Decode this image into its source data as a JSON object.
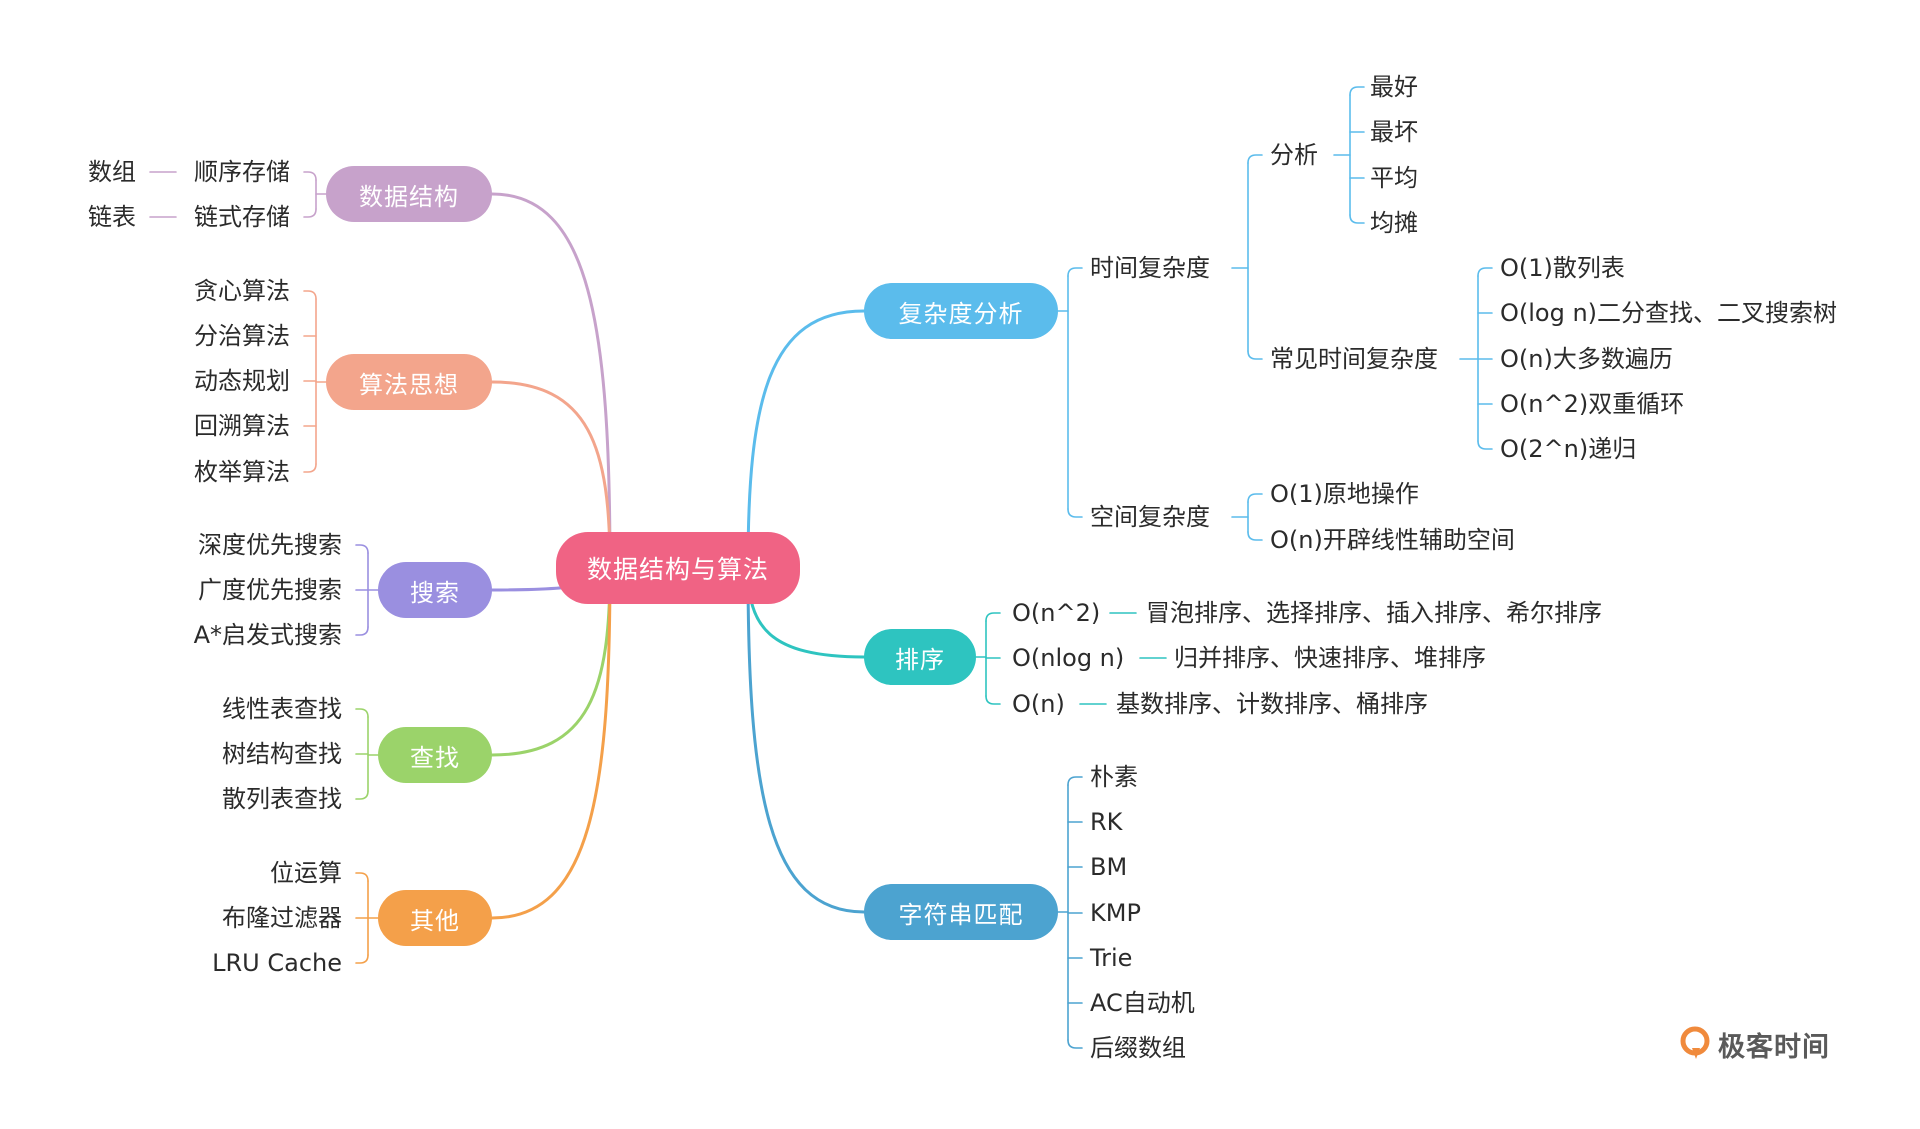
{
  "root": {
    "label": "数据结构与算法",
    "color": "#f06384"
  },
  "left": [
    {
      "label": "数据结构",
      "color": "#c7a2cb",
      "items": [
        {
          "label": "顺序存储",
          "sub": "数组"
        },
        {
          "label": "链式存储",
          "sub": "链表"
        }
      ]
    },
    {
      "label": "算法思想",
      "color": "#f3a58c",
      "items": [
        {
          "label": "贪心算法"
        },
        {
          "label": "分治算法"
        },
        {
          "label": "动态规划"
        },
        {
          "label": "回溯算法"
        },
        {
          "label": "枚举算法"
        }
      ]
    },
    {
      "label": "搜索",
      "color": "#9a8fe0",
      "items": [
        {
          "label": "深度优先搜索"
        },
        {
          "label": "广度优先搜索"
        },
        {
          "label": "A*启发式搜索"
        }
      ]
    },
    {
      "label": "查找",
      "color": "#9bd36a",
      "items": [
        {
          "label": "线性表查找"
        },
        {
          "label": "树结构查找"
        },
        {
          "label": "散列表查找"
        }
      ]
    },
    {
      "label": "其他",
      "color": "#f4a04a",
      "items": [
        {
          "label": "位运算"
        },
        {
          "label": "布隆过滤器"
        },
        {
          "label": "LRU Cache"
        }
      ]
    }
  ],
  "right": [
    {
      "label": "复杂度分析",
      "color": "#5bbcec",
      "groups": [
        {
          "label": "时间复杂度",
          "groups": [
            {
              "label": "分析",
              "items": [
                "最好",
                "最坏",
                "平均",
                "均摊"
              ]
            },
            {
              "label": "常见时间复杂度",
              "items": [
                "O(1)散列表",
                "O(log n)二分查找、二叉搜索树",
                "O(n)大多数遍历",
                "O(n^2)双重循环",
                "O(2^n)递归"
              ]
            }
          ]
        },
        {
          "label": "空间复杂度",
          "items": [
            "O(1)原地操作",
            "O(n)开辟线性辅助空间"
          ]
        }
      ]
    },
    {
      "label": "排序",
      "color": "#2ec4c0",
      "items": [
        {
          "label": "O(n^2)",
          "sub": "冒泡排序、选择排序、插入排序、希尔排序"
        },
        {
          "label": "O(nlog n)",
          "sub": "归并排序、快速排序、堆排序"
        },
        {
          "label": "O(n)",
          "sub": "基数排序、计数排序、桶排序"
        }
      ]
    },
    {
      "label": "字符串匹配",
      "color": "#4ca3d0",
      "items": [
        "朴素",
        "RK",
        "BM",
        "KMP",
        "Trie",
        "AC自动机",
        "后缀数组"
      ]
    }
  ],
  "brand": {
    "label": "极客时间",
    "color": "#f08a3c"
  }
}
